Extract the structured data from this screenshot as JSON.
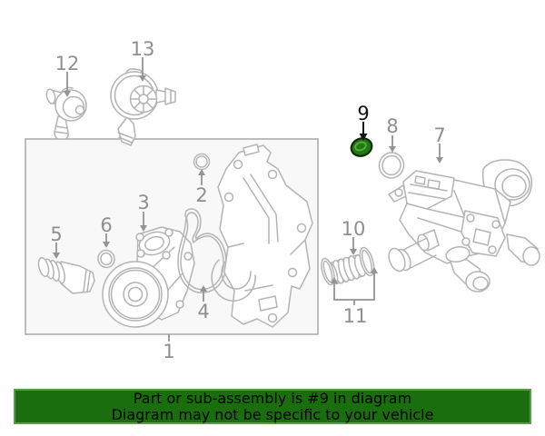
{
  "diagram": {
    "highlighted_part": "9",
    "parts": {
      "n1": "1",
      "n2": "2",
      "n3": "3",
      "n4": "4",
      "n5": "5",
      "n6": "6",
      "n7": "7",
      "n8": "8",
      "n9": "9",
      "n10": "10",
      "n11": "11",
      "n12": "12",
      "n13": "13"
    },
    "colors": {
      "highlight_fill": "#1e7a12",
      "highlight_outline": "#0d2e05",
      "highlight_inner_ring": "#61a848",
      "line_art_gray": "#b4b4b4",
      "label_gray": "#8f8f8f",
      "label_black": "#111111",
      "box_fill": "#f8f8f8",
      "box_border": "#a8a8a8"
    }
  },
  "banner": {
    "line1": "Part or sub-assembly is #9 in diagram",
    "line2": "Diagram may not be specific to your vehicle",
    "background": "#1a6e0e",
    "text_color": "#000000"
  }
}
